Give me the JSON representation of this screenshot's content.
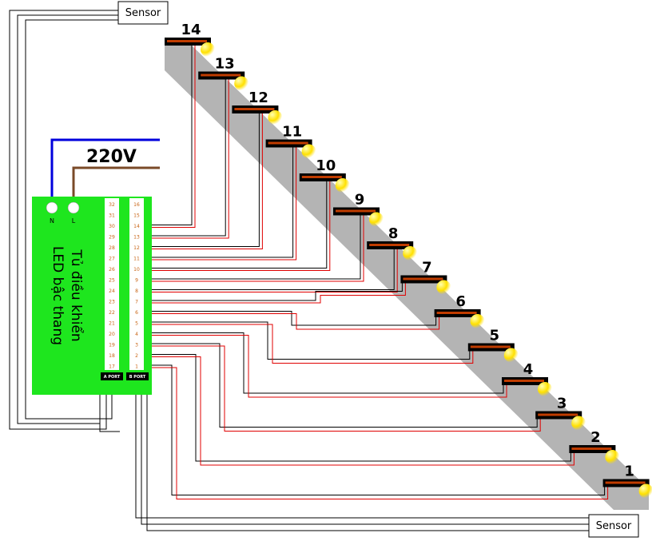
{
  "sensors": {
    "top": "Sensor",
    "bottom": "Sensor"
  },
  "power": {
    "voltage": "220V",
    "neutral": "N",
    "line": "L"
  },
  "controller": {
    "label_line1": "Tủ điều khiển",
    "label_line2": "LED bậc thang",
    "a_port": "A PORT",
    "b_port": "B PORT",
    "a_pins": [
      "32",
      "31",
      "30",
      "29",
      "28",
      "27",
      "26",
      "25",
      "24",
      "23",
      "22",
      "21",
      "20",
      "19",
      "18",
      "17"
    ],
    "b_pins": [
      "16",
      "15",
      "14",
      "13",
      "12",
      "11",
      "10",
      "9",
      "8",
      "7",
      "6",
      "5",
      "4",
      "3",
      "2",
      "1"
    ]
  },
  "steps": [
    "14",
    "13",
    "12",
    "11",
    "10",
    "9",
    "8",
    "7",
    "6",
    "5",
    "4",
    "3",
    "2",
    "1"
  ],
  "colors": {
    "controller_green": "#1ee61e",
    "wire_neutral": "#0000dc",
    "wire_line": "#7a4a28",
    "wire_signal": "#e00000",
    "wire_ground": "#000000",
    "stair_shadow": "#b4b4b4",
    "led_glow": "#ffe000"
  }
}
